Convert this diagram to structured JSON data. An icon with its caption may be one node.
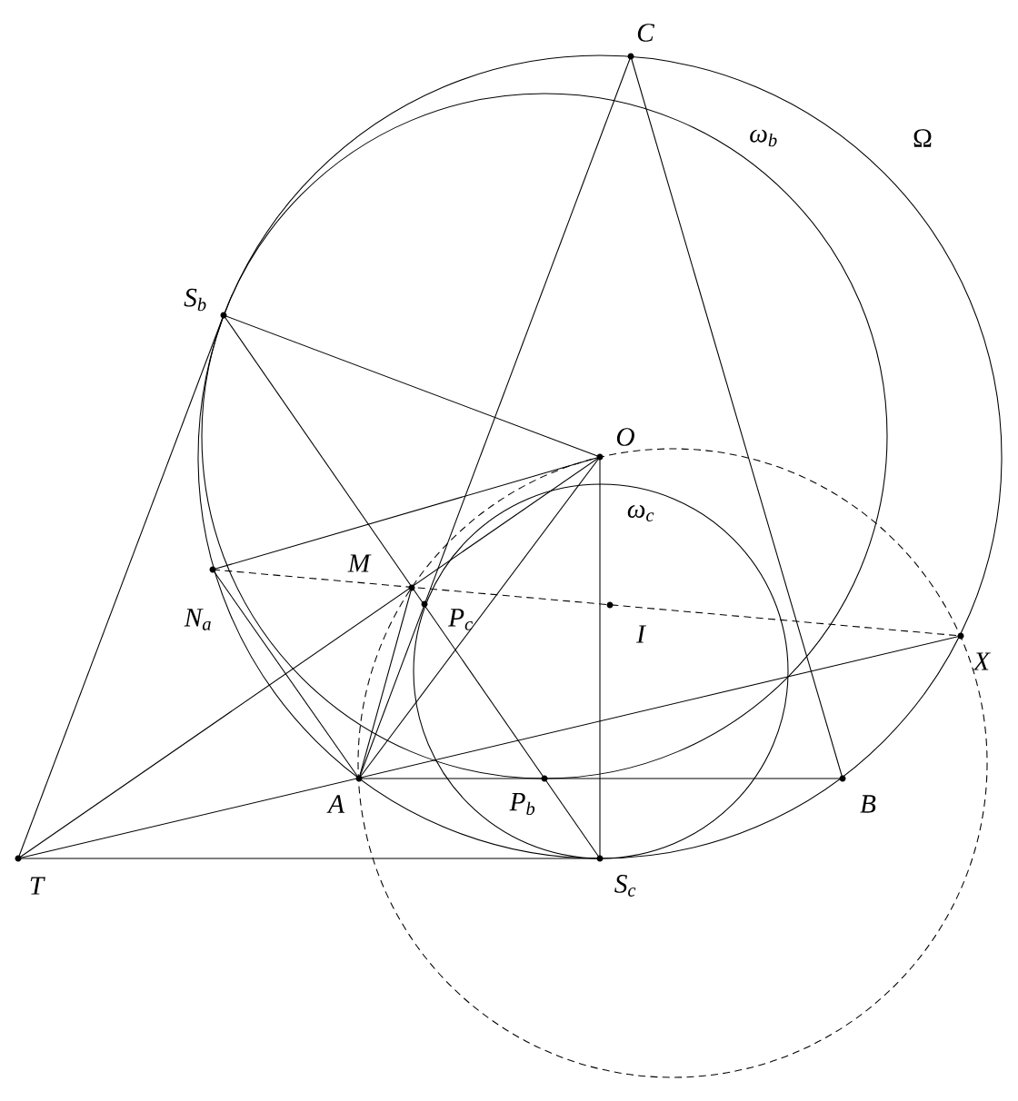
{
  "diagram": {
    "nodes": [
      {
        "text": [
          "C"
        ]
      },
      {
        "text": [
          "S$_{b}$"
        ]
      },
      {
        "text": [
          "O"
        ]
      },
      {
        "text": [
          "N$_{a}$"
        ]
      },
      {
        "text": [
          "M"
        ]
      },
      {
        "text": [
          "P$_{c}$"
        ]
      },
      {
        "text": [
          "I"
        ]
      },
      {
        "text": [
          "X"
        ]
      },
      {
        "text": [
          "A"
        ]
      },
      {
        "text": [
          "P$_{b}$"
        ]
      },
      {
        "text": [
          "B"
        ]
      },
      {
        "text": [
          "T"
        ]
      },
      {
        "text": [
          "S$_{c}$"
        ]
      }
    ],
    "edges": [
      {
        "from": 8,
        "to": 0,
        "arrow": "none"
      },
      {
        "from": 0,
        "to": 10,
        "arrow": "none"
      },
      {
        "from": 8,
        "to": 10,
        "arrow": "none"
      },
      {
        "from": 1,
        "to": 2,
        "arrow": "none"
      },
      {
        "from": 1,
        "to": 12,
        "arrow": "none"
      },
      {
        "from": 11,
        "to": 1,
        "arrow": "none"
      },
      {
        "from": 3,
        "to": 2,
        "arrow": "none"
      },
      {
        "from": 3,
        "to": 8,
        "arrow": "none"
      },
      {
        "from": 3,
        "to": 7,
        "arrow": "none",
        "style": "dashed"
      },
      {
        "from": 11,
        "to": 2,
        "arrow": "none"
      },
      {
        "from": 11,
        "to": 7,
        "arrow": "none"
      },
      {
        "from": 11,
        "to": 12,
        "arrow": "none"
      },
      {
        "from": 8,
        "to": 2,
        "arrow": "none"
      },
      {
        "from": 8,
        "to": 4,
        "arrow": "none"
      },
      {
        "from": 2,
        "to": 12,
        "arrow": "none"
      }
    ],
    "labels": [
      "ω$_{b}$",
      "Ω",
      "ω$_{c}$"
    ]
  }
}
